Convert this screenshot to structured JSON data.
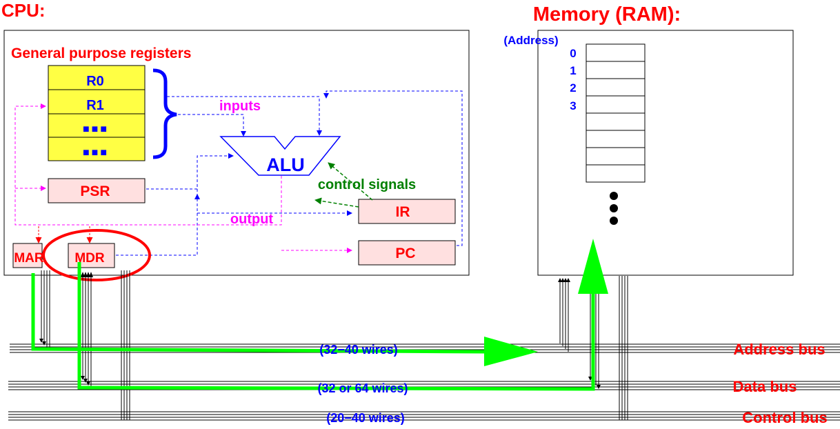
{
  "cpu": {
    "title": "CPU:",
    "gpr_label": "General purpose registers",
    "registers": [
      "R0",
      "R1",
      "■■■",
      "■■■"
    ],
    "psr": "PSR",
    "alu": "ALU",
    "ir": "IR",
    "pc": "PC",
    "mar": "MAR",
    "mdr": "MDR",
    "inputs_label": "inputs",
    "output_label": "output",
    "control_label": "control signals"
  },
  "memory": {
    "title": "Memory (RAM):",
    "address_header": "(Address)",
    "addresses": [
      "0",
      "1",
      "2",
      "3"
    ],
    "ellipsis_dots": 3
  },
  "buses": [
    {
      "name": "Address bus",
      "wires": "(32−40 wires)"
    },
    {
      "name": "Data bus",
      "wires": "(32 or 64 wires)"
    },
    {
      "name": "Control bus",
      "wires": "(20−40 wires)"
    }
  ],
  "colors": {
    "title_red": "#ff0000",
    "blue": "#0000ff",
    "magenta": "#ff00ff",
    "green_text": "#008000",
    "highlight_green": "#00ff00",
    "register_fill": "#ffff44",
    "pink_box": "#ffe0e0"
  }
}
